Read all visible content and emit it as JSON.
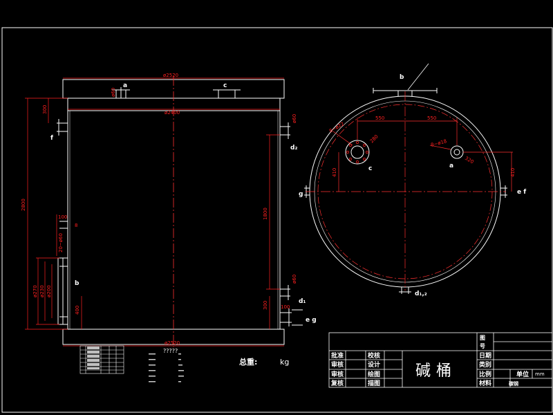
{
  "drawing": {
    "labels": {
      "a": "a",
      "b": "b",
      "c": "c",
      "d": "d",
      "e": "e",
      "f": "f",
      "g": "g",
      "d2": "d₂",
      "d1": "d₁",
      "d12": "d₁,₂",
      "e_f": "e f",
      "e_g": "e g"
    },
    "dims": {
      "dia_2520_top": "ø2520",
      "dia_2400": "ø2400",
      "dia_2520_bottom": "ø2520",
      "h_2800": "2800",
      "h_1800": "1800",
      "h_300_top": "300",
      "h_300_right": "300",
      "h_100": "100",
      "h_400": "400",
      "d_60_a": "ø60",
      "d_60_b": "ø60",
      "d_60_c": "ø60",
      "d_270": "ø270",
      "d_230": "ø230",
      "d_200": "ø200",
      "d_20_60": "20~ø60",
      "w_100": "100",
      "pitch_550_left": "550",
      "pitch_550_right": "550",
      "holes_8_22": "8~ø22",
      "holes_8_18": "8~ø18",
      "pcd_280": "280",
      "pcd_320": "320",
      "off_410_left": "410",
      "off_410_right": "410",
      "small_8": "8"
    }
  },
  "annotations": {
    "unknown": "?????",
    "weight_label": "总重:",
    "weight_unit": "kg"
  },
  "title_block": {
    "title": "碱桶",
    "approve": "批准",
    "review": "审核",
    "check": "审核",
    "retrace": "复核",
    "proof": "校核",
    "design": "设计",
    "draw": "绘图",
    "trace": "描图",
    "drawing_no": "图号",
    "date": "日期",
    "category": "类别",
    "scale": "比例",
    "unit": "单位",
    "unit_value": "mm",
    "material": "材料",
    "material_value": "碳钢"
  },
  "colors": {
    "background": "#000000",
    "line": "#ffffff",
    "dimension": "#ff2020",
    "centerline": "#ff3030",
    "gray": "#b0b0b0"
  }
}
